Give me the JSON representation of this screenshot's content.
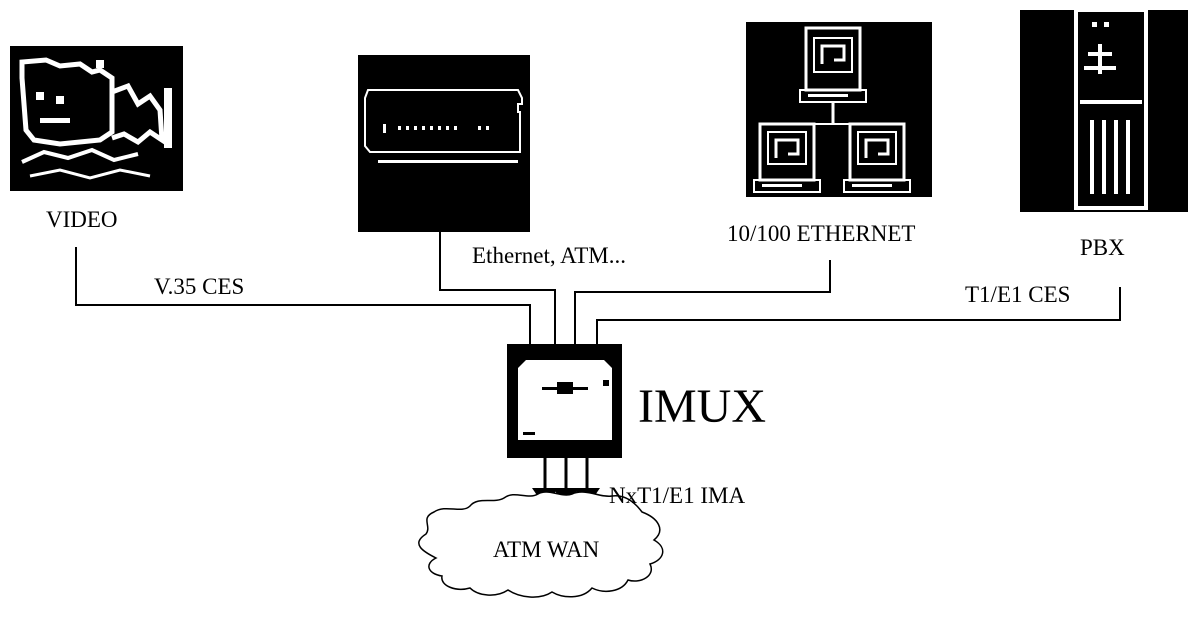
{
  "labels": {
    "video": "VIDEO",
    "ethernet_atm": "Ethernet, ATM...",
    "ethernet_10_100": "10/100 ETHERNET",
    "pbx": "PBX",
    "v35": "V.35 CES",
    "t1e1": "T1/E1 CES",
    "imux": "IMUX",
    "nxt1": "NxT1/E1 IMA",
    "atm_wan": "ATM WAN"
  },
  "icons": {
    "video": "video-camera-icon",
    "router": "router-device-icon",
    "lan": "computer-network-icon",
    "pbx": "pbx-cabinet-icon",
    "imux": "imux-device-icon",
    "cloud": "cloud-icon"
  },
  "colors": {
    "ink": "#000000",
    "paper": "#ffffff"
  }
}
